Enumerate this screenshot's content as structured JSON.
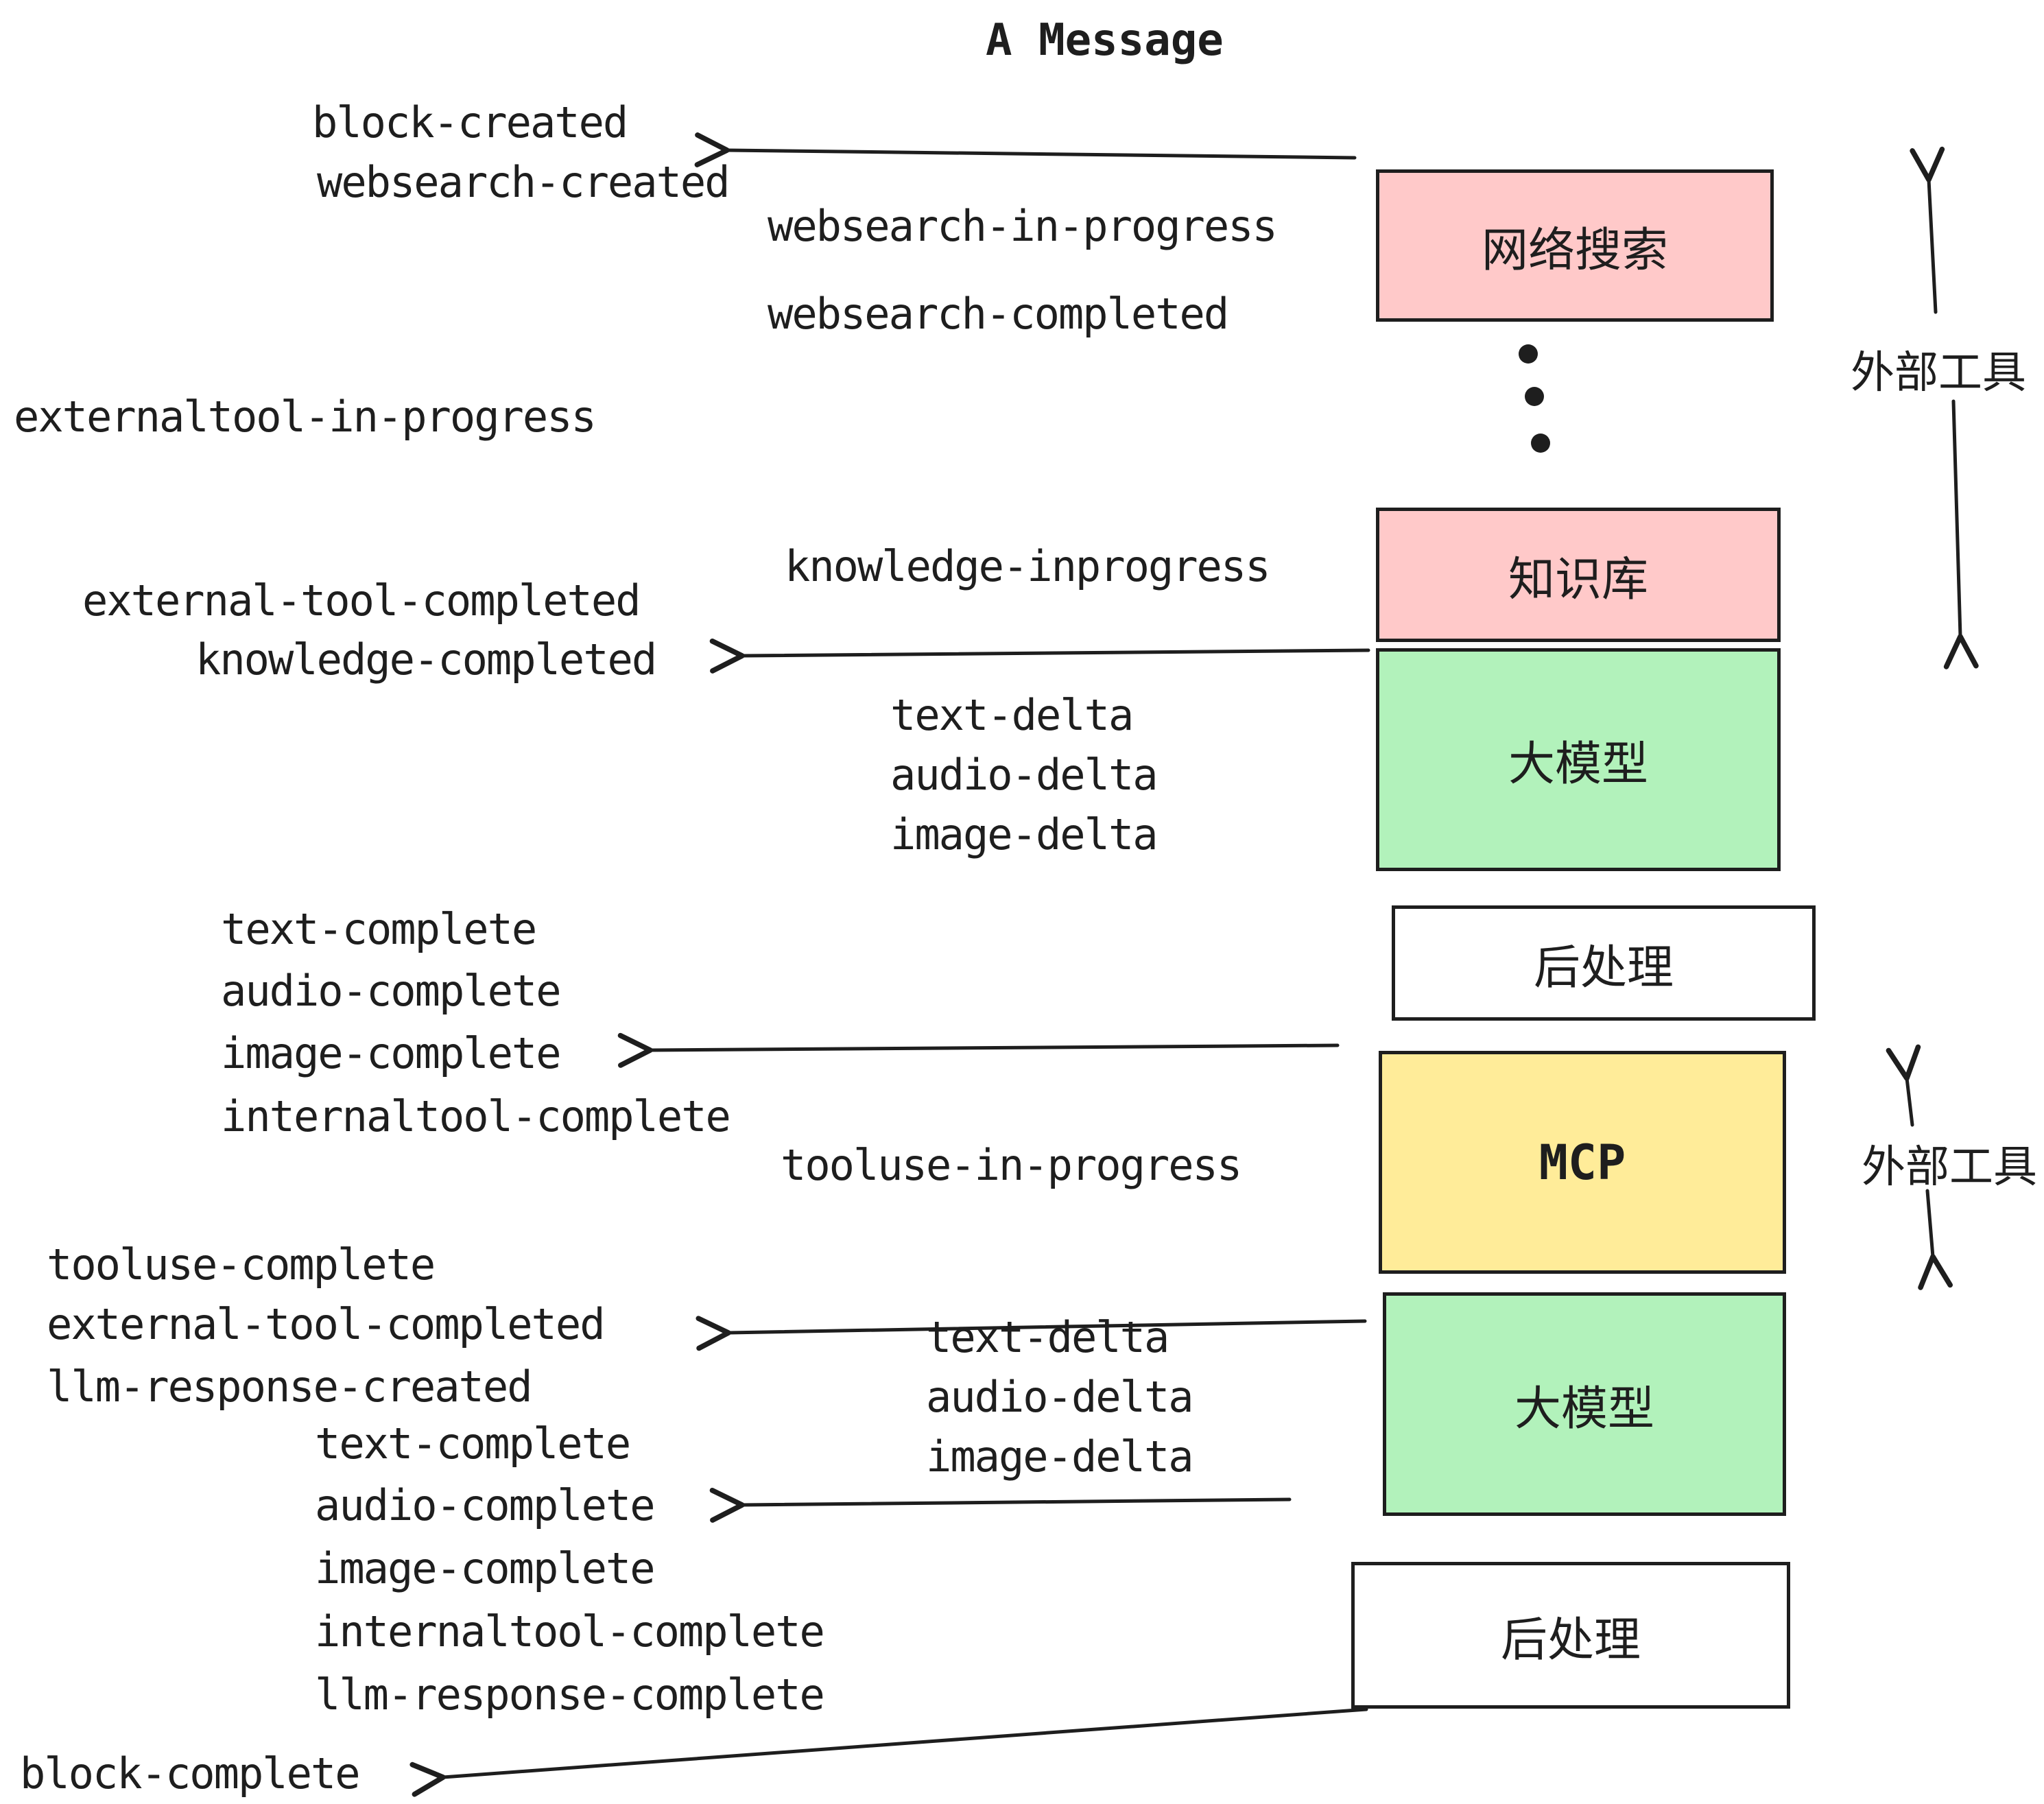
{
  "title": "A Message",
  "colors": {
    "ink": "#1e1e1e",
    "pink": "#ffc9c9",
    "green": "#b2f2bb",
    "yellow": "#ffec99",
    "white": "#ffffff"
  },
  "boxes": {
    "websearch": "网络搜索",
    "knowledge": "知识库",
    "llm1": "大模型",
    "post1": "后处理",
    "mcp": "MCP",
    "llm2": "大模型",
    "post2": "后处理"
  },
  "side_labels": {
    "external_tools_top": "外部工具",
    "external_tools_mid": "外部工具"
  },
  "events": {
    "block_created": "block-created",
    "websearch_created": "websearch-created",
    "websearch_in_progress": "websearch-in-progress",
    "websearch_completed": "websearch-completed",
    "externaltool_in_progress": "externaltool-in-progress",
    "knowledge_inprogress": "knowledge-inprogress",
    "external_tool_completed": "external-tool-completed",
    "knowledge_completed": "knowledge-completed",
    "text_delta_1": "text-delta",
    "audio_delta_1": "audio-delta",
    "image_delta_1": "image-delta",
    "text_complete_1": "text-complete",
    "audio_complete_1": "audio-complete",
    "image_complete_1": "image-complete",
    "internaltool_complete_1": "internaltool-complete",
    "tooluse_in_progress": "tooluse-in-progress",
    "tooluse_complete": "tooluse-complete",
    "external_tool_completed_2": "external-tool-completed",
    "llm_response_created": "llm-response-created",
    "text_delta_2": "text-delta",
    "audio_delta_2": "audio-delta",
    "image_delta_2": "image-delta",
    "text_complete_2": "text-complete",
    "audio_complete_2": "audio-complete",
    "image_complete_2": "image-complete",
    "internaltool_complete_2": "internaltool-complete",
    "llm_response_complete": "llm-response-complete",
    "block_complete": "block-complete"
  }
}
